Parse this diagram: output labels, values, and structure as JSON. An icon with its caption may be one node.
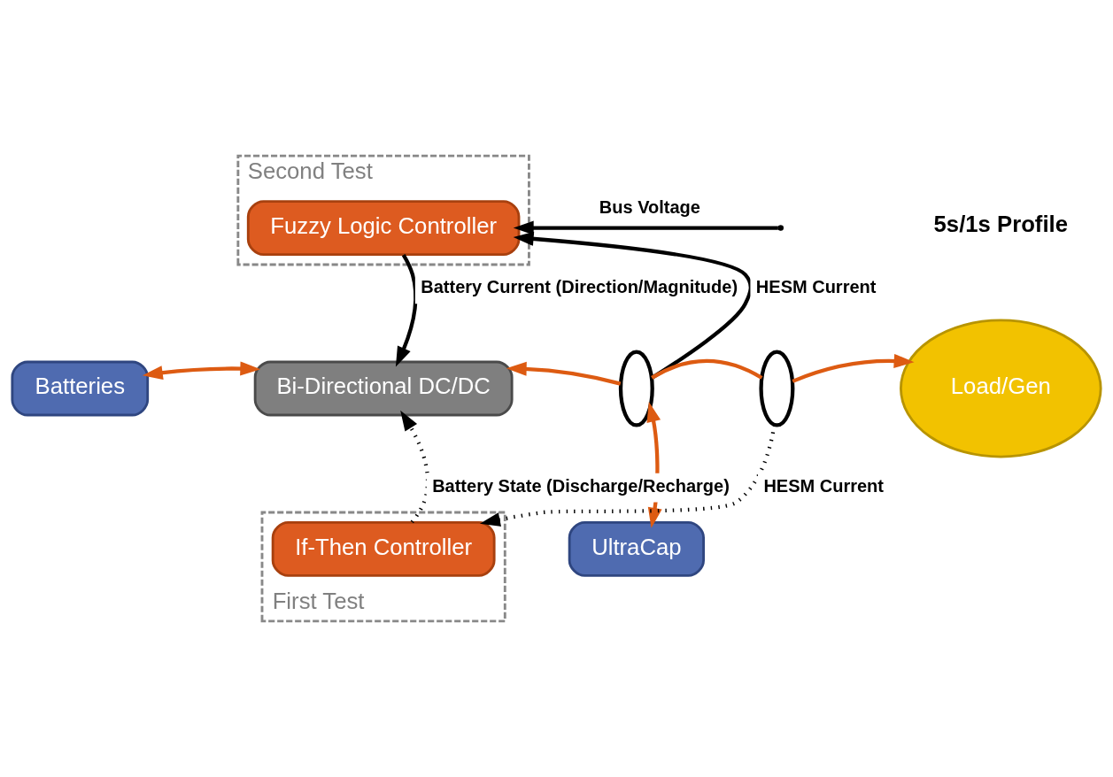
{
  "diagram": {
    "nodes": [
      {
        "text": [
          "Second Test"
        ]
      },
      {
        "text": [
          "Fuzzy Logic Controller"
        ],
        "in": 0
      },
      {
        "text": [
          "Batteries"
        ]
      },
      {
        "text": [
          "Bi-Directional DC/DC"
        ]
      },
      {
        "text": [
          "UltraCap"
        ]
      },
      {
        "text": [
          "Load/Gen"
        ],
        "beside": [
          "5s/1s Profile"
        ]
      },
      {
        "text": [],
        "shape": "ellipse"
      },
      {
        "text": [],
        "shape": "ellipse"
      },
      {
        "text": [
          "First Test"
        ]
      },
      {
        "text": [
          "If-Then Controller"
        ],
        "in": 8
      }
    ],
    "edges": [
      {
        "from": 1,
        "to": 3,
        "arrow": "to",
        "label": "Battery Current (Direction/Magnitude)",
        "color": "#000000"
      },
      {
        "from": 2,
        "to": 3,
        "arrow": "both",
        "color": "#dd5b12"
      },
      {
        "from": null,
        "to": 1,
        "arrow": "to",
        "label": "Bus Voltage",
        "color": "#000000"
      },
      {
        "from": 6,
        "to": 1,
        "arrow": "to",
        "label": "HESM Current",
        "color": "#000000"
      },
      {
        "from": 6,
        "to": 3,
        "arrow": "to",
        "color": "#dd5b12"
      },
      {
        "from": 4,
        "to": 6,
        "arrow": "both",
        "color": "#dd5b12"
      },
      {
        "from": 6,
        "to": 7,
        "arrow": "none",
        "color": "#dd5b12"
      },
      {
        "from": 7,
        "to": 5,
        "arrow": "to",
        "color": "#dd5b12"
      },
      {
        "from": 7,
        "to": 9,
        "arrow": "to",
        "label": "HESM Current",
        "style": "dashed",
        "color": "#000000"
      },
      {
        "from": 9,
        "to": 3,
        "arrow": "to",
        "label": "Battery State (Discharge/Recharge)",
        "style": "dashed",
        "color": "#000000"
      }
    ]
  }
}
